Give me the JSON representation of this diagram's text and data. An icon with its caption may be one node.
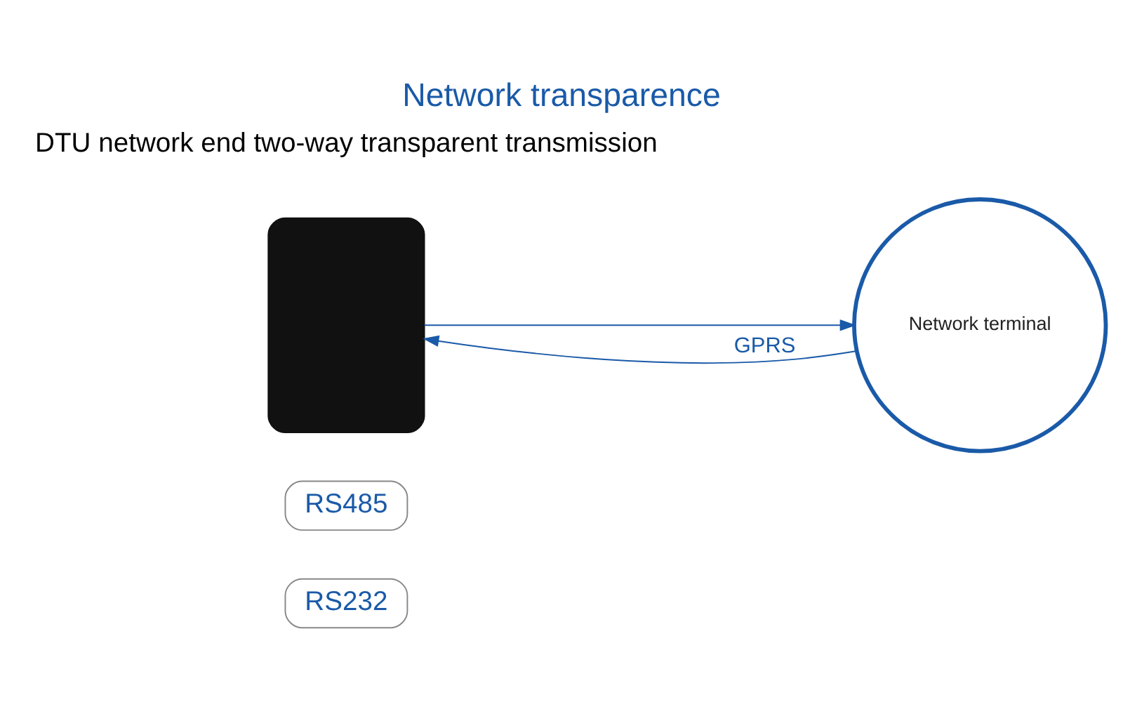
{
  "diagram": {
    "title": "Network transparence",
    "caption": "DTU network end two-way transparent transmission",
    "nodes": [
      {
        "text": [
          "RS232"
        ]
      },
      {
        "text": [
          "RS485"
        ]
      },
      {
        "text": [],
        "shape": "box"
      },
      {
        "text": [
          "Network terminal"
        ]
      }
    ],
    "edges": [
      {
        "from": 3,
        "to": 2,
        "arrow": "to",
        "label": "GPRS"
      },
      {
        "from": 2,
        "to": 3,
        "arrow": "to"
      }
    ]
  }
}
